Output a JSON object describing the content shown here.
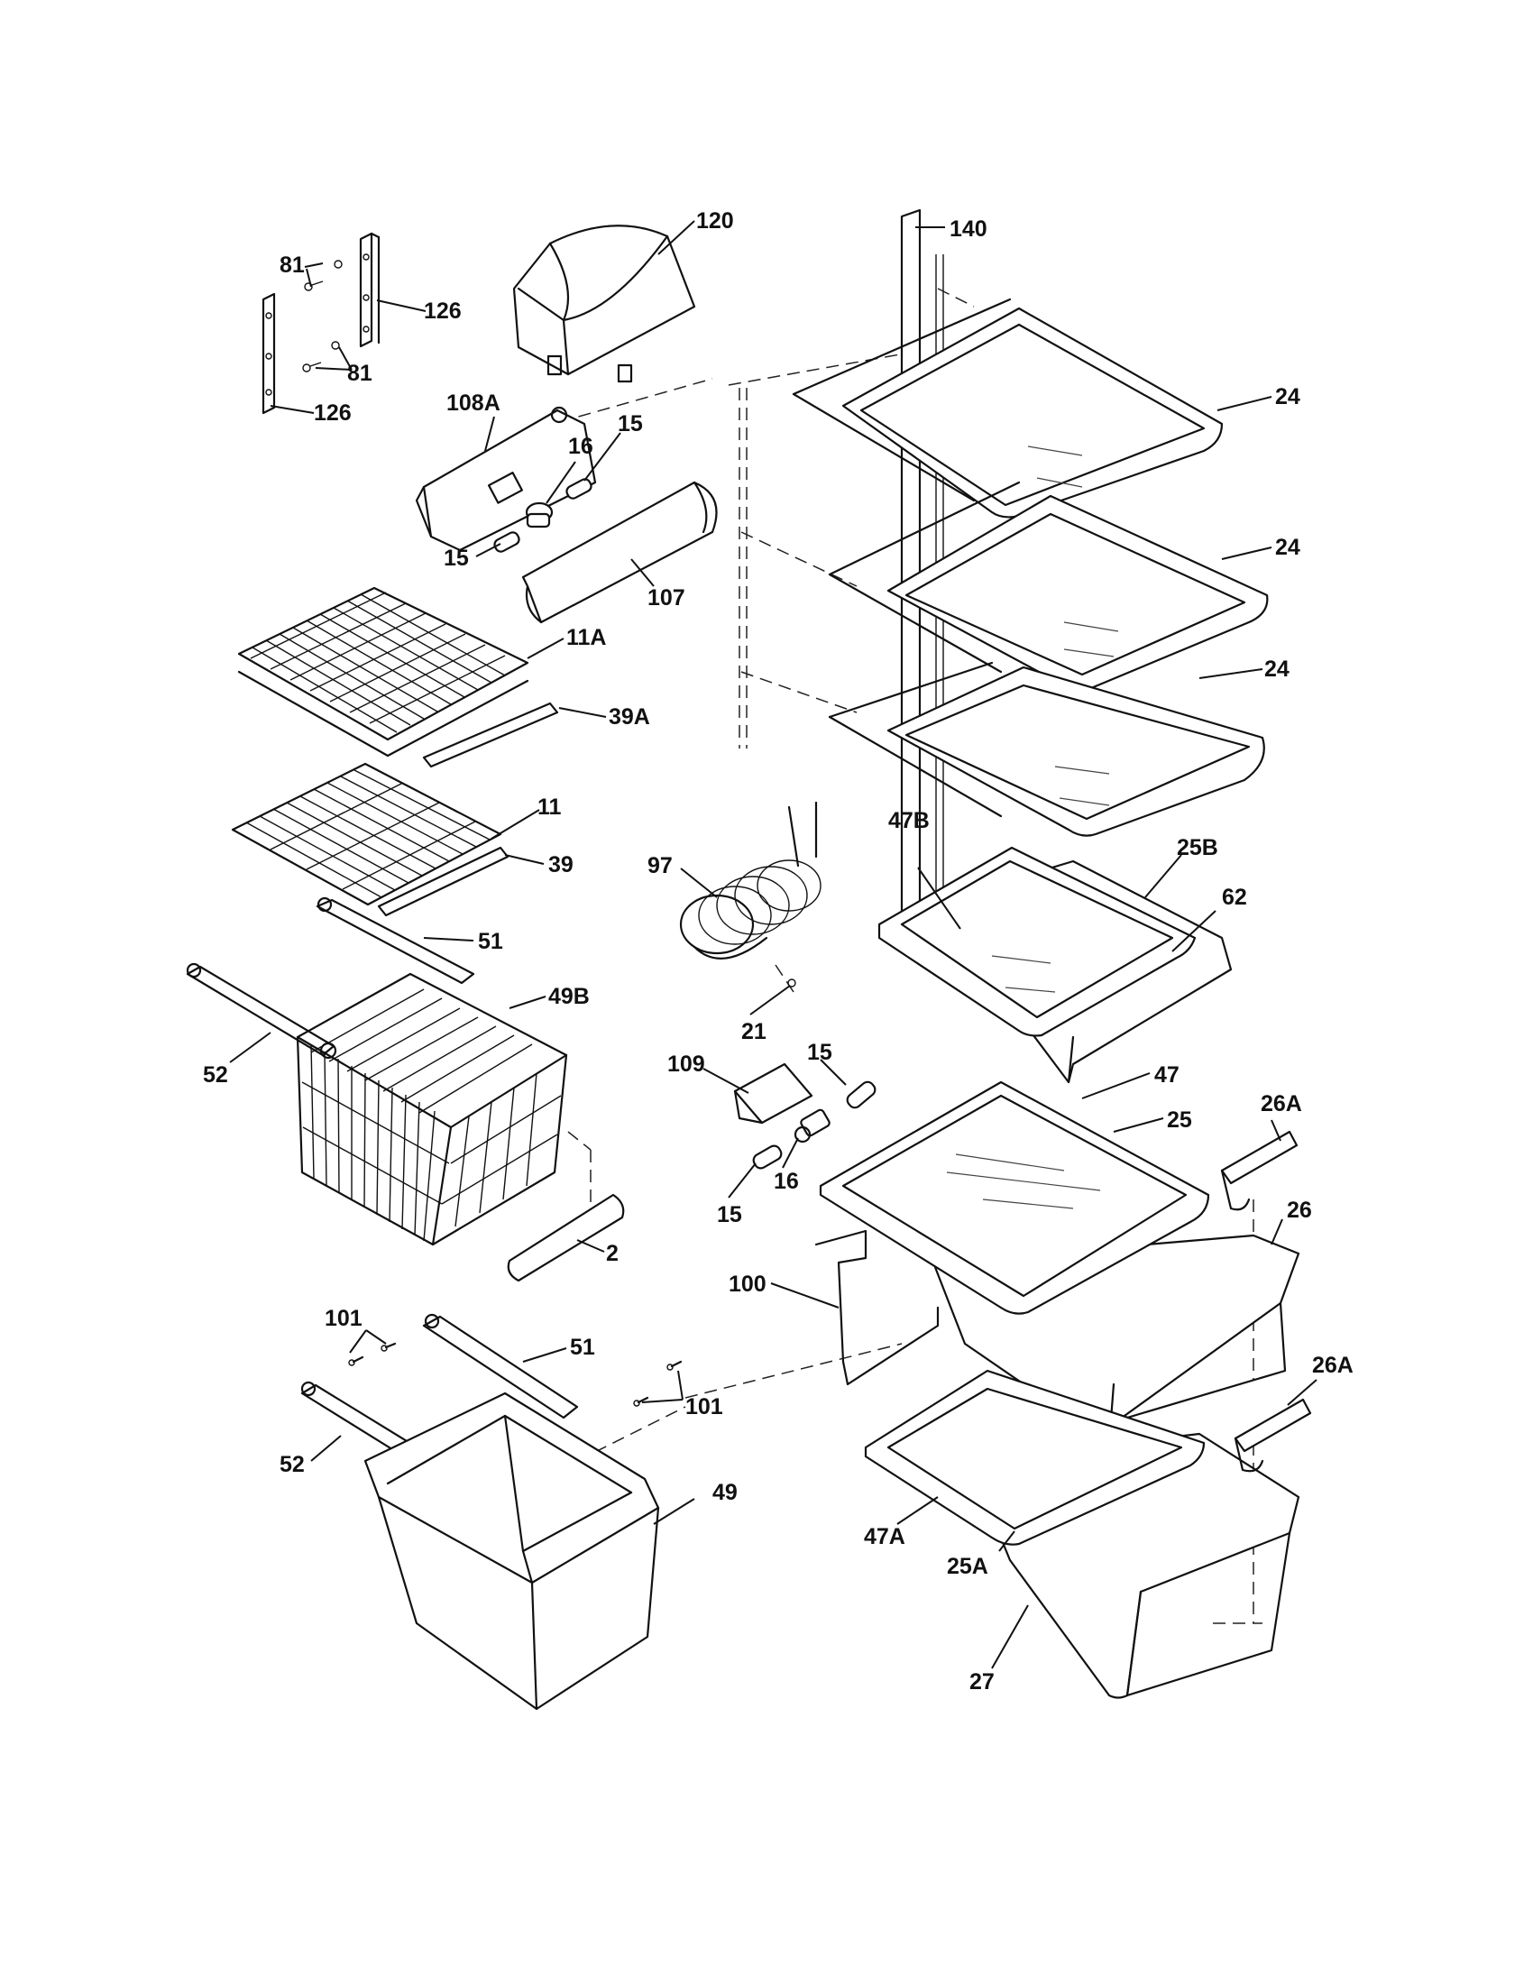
{
  "labels": {
    "l120": "120",
    "l140": "140",
    "l81a": "81",
    "l81b": "81",
    "l126a": "126",
    "l126b": "126",
    "l108A": "108A",
    "l15a": "15",
    "l16a": "16",
    "l15b": "15",
    "l107": "107",
    "l24a": "24",
    "l24b": "24",
    "l24c": "24",
    "l11A": "11A",
    "l39A": "39A",
    "l11": "11",
    "l39": "39",
    "l97": "97",
    "l47B": "47B",
    "l25B": "25B",
    "l62": "62",
    "l51a": "51",
    "l49B": "49B",
    "l52a": "52",
    "l21": "21",
    "l109": "109",
    "l15c": "15",
    "l47": "47",
    "l25": "25",
    "l26A_a": "26A",
    "l16b": "16",
    "l15d": "15",
    "l26": "26",
    "l2": "2",
    "l100": "100",
    "l101a": "101",
    "l51b": "51",
    "l101b": "101",
    "l26A_b": "26A",
    "l52b": "52",
    "l49": "49",
    "l47A": "47A",
    "l25A": "25A",
    "l27": "27"
  }
}
